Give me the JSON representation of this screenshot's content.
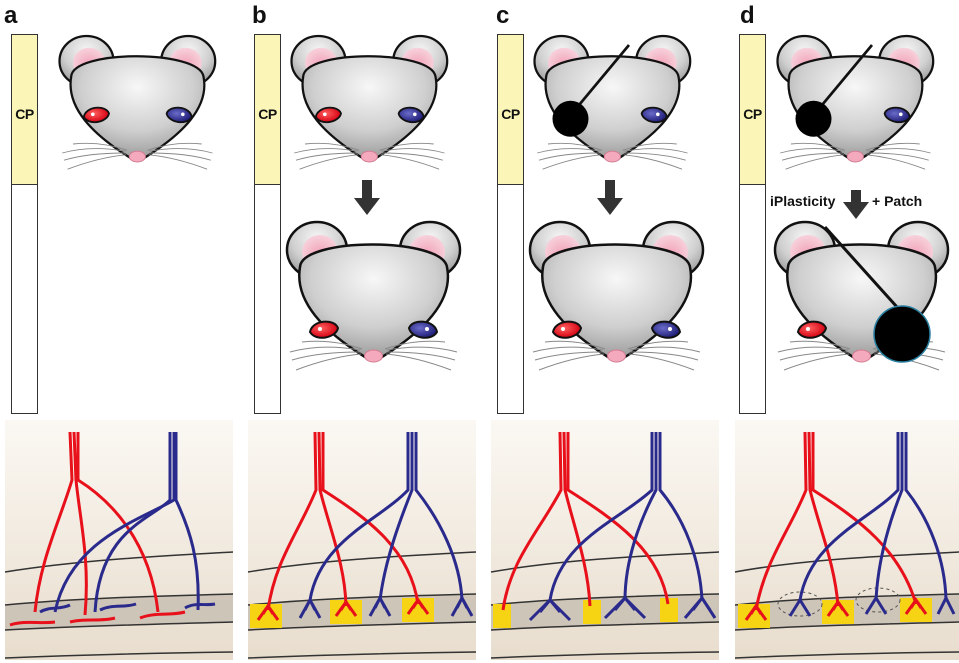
{
  "panels": [
    {
      "letter": "a",
      "cp_label": "CP"
    },
    {
      "letter": "b",
      "cp_label": "CP"
    },
    {
      "letter": "c",
      "cp_label": "CP"
    },
    {
      "letter": "d",
      "cp_label": "CP"
    }
  ],
  "arrow_labels": {
    "left": "iPlasticity",
    "right": "+ Patch"
  },
  "colors": {
    "contralateral_eye": "#e8101a",
    "ipsilateral_eye": "#2a2a8c",
    "critical_period_bar": "#fbf6b8",
    "eye_patch": "#000000",
    "cortex_background": "#efe6d8",
    "layer4_band": "#c9bfb4",
    "domain_highlight": "#f6d313"
  }
}
